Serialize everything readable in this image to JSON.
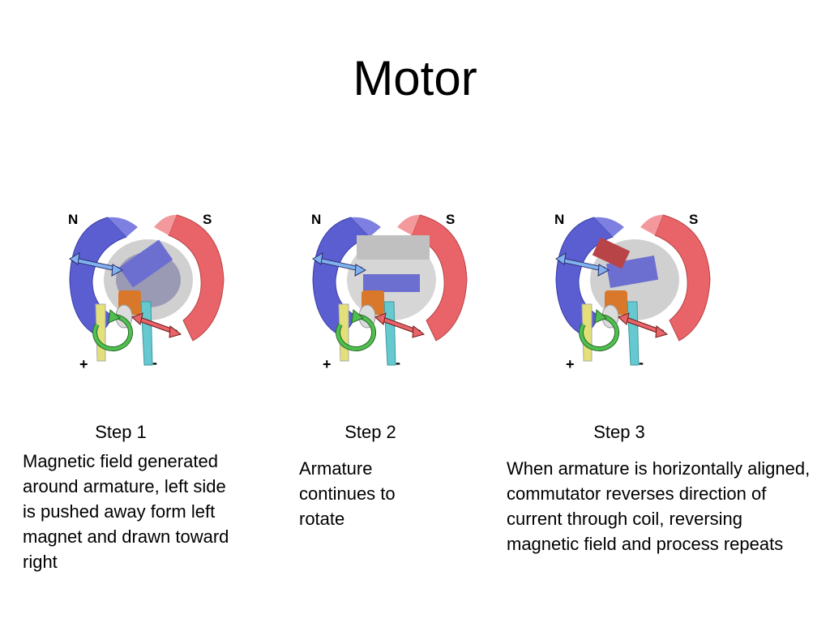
{
  "slide": {
    "title": "Motor"
  },
  "steps": [
    {
      "label": "Step 1",
      "description": "Magnetic field generated around armature, left side is pushed away form left magnet and drawn toward right",
      "north": "N",
      "south": "S",
      "plus": "+",
      "minus": "-"
    },
    {
      "label": "Step 2",
      "description": "Armature continues to rotate",
      "north": "N",
      "south": "S",
      "plus": "+",
      "minus": "-"
    },
    {
      "label": "Step 3",
      "description": "When armature is horizontally aligned, commutator reverses direction of current through coil, reversing magnetic field and process repeats",
      "north": "N",
      "south": "S",
      "plus": "+",
      "minus": "-"
    }
  ],
  "colors": {
    "north_magnet": "#5a5ed0",
    "south_magnet": "#e86468",
    "armature": "#c8c8c8",
    "commutator": "#d9782a",
    "positive_brush": "#e3e07a",
    "negative_brush": "#66c9cf",
    "rotation_arrow": "#4fbf4f",
    "field_arrow_north": "#7fb2ee",
    "field_arrow_south": "#e86468"
  },
  "icons": [
    "motor-diagram",
    "rotation-arrow-icon",
    "field-arrow-icon"
  ]
}
